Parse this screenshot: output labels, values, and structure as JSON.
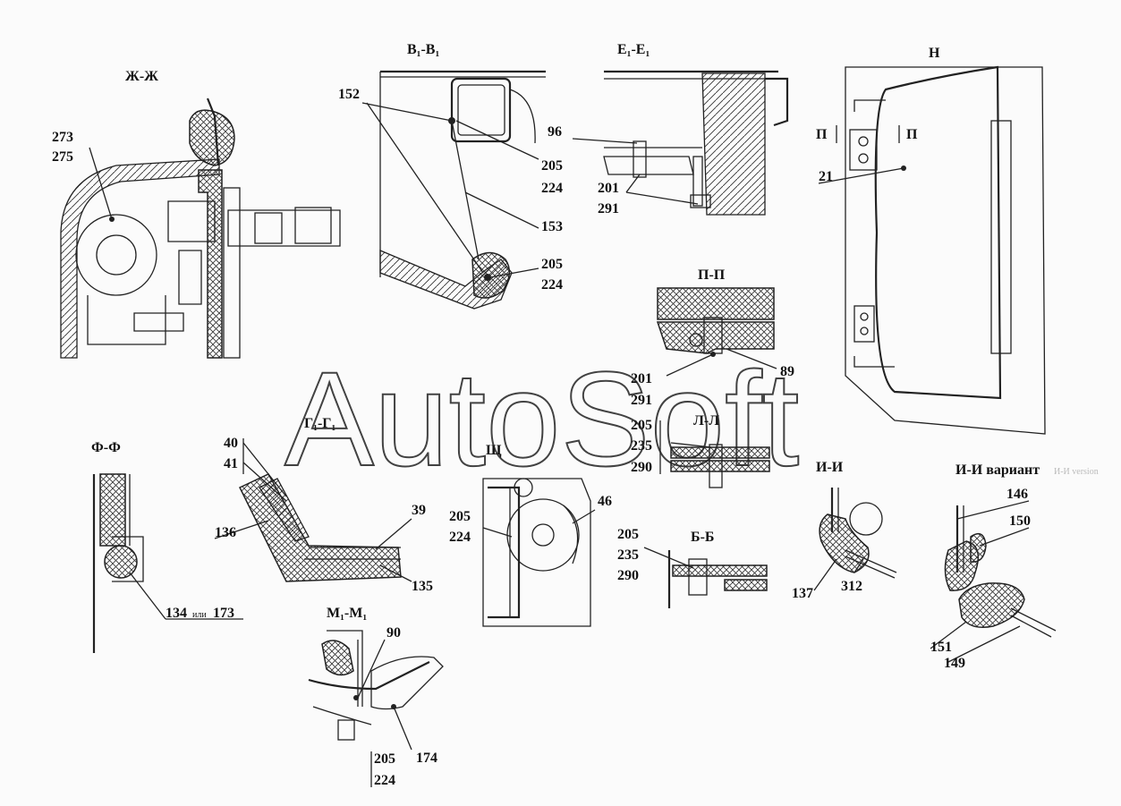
{
  "sections": {
    "zh": "Ж-Ж",
    "v1": "В₁-В₁",
    "e1": "Е₁-Е₁",
    "n": "Н",
    "pp": "П-П",
    "ff": "Ф-Ф",
    "g1": "Г₁-Г₁",
    "shch": "Щ",
    "ll": "Л-Л",
    "bb": "Б-Б",
    "ii": "И-И",
    "ii_variant": "И-И вариант",
    "ii_version": "И-И version",
    "m1": "М₁-М₁",
    "p_mark": "П"
  },
  "labels": {
    "p273": "273",
    "p275": "275",
    "p152": "152",
    "p205a": "205",
    "p224a": "224",
    "p153": "153",
    "p205b": "205",
    "p224b": "224",
    "p96": "96",
    "p201a": "201",
    "p291a": "291",
    "p21": "21",
    "p201b": "201",
    "p291b": "291",
    "p89": "89",
    "p205c": "205",
    "p235a": "235",
    "p290a": "290",
    "p40": "40",
    "p41": "41",
    "p136": "136",
    "p39": "39",
    "p135": "135",
    "p134": "134",
    "ili": "или",
    "p173": "173",
    "p205d": "205",
    "p224d": "224",
    "p46": "46",
    "p205e": "205",
    "p235b": "235",
    "p290b": "290",
    "p137": "137",
    "p312": "312",
    "p146": "146",
    "p150": "150",
    "p151": "151",
    "p149": "149",
    "p90": "90",
    "p174": "174",
    "p205f": "205",
    "p224f": "224"
  },
  "watermark": "AutoSoft"
}
